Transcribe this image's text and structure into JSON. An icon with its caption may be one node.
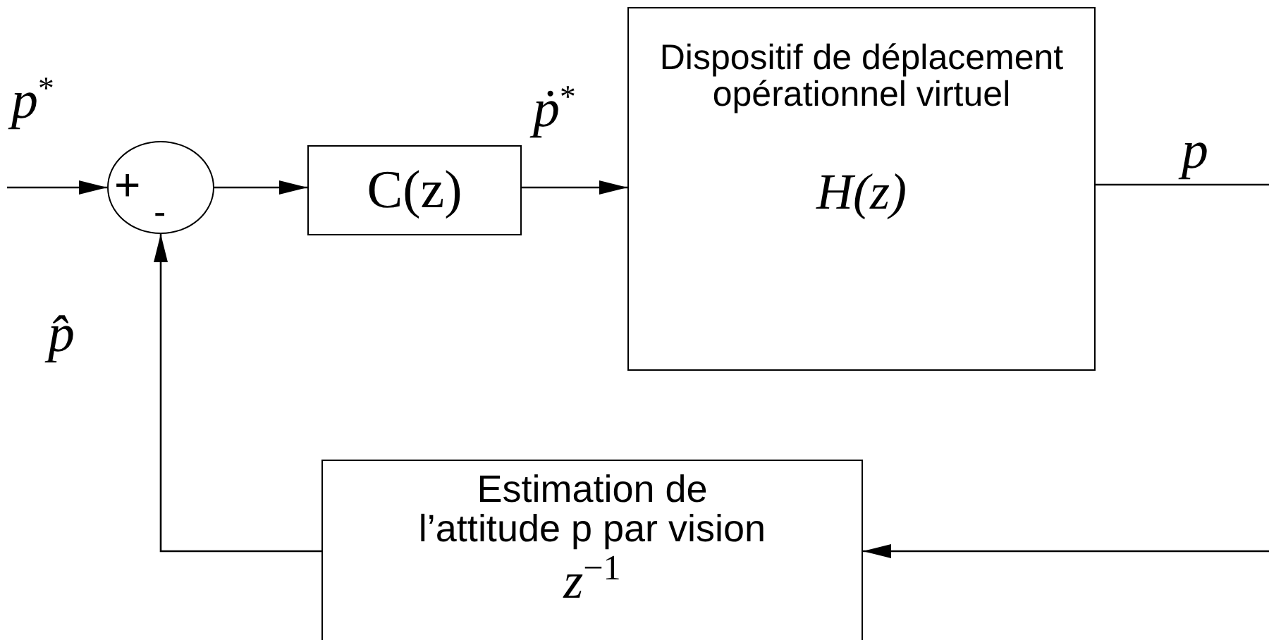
{
  "diagram": {
    "nodes": [
      {
        "text": [
          "+",
          "-"
        ]
      },
      {
        "text": [
          "C(z)"
        ]
      },
      {
        "text": [
          "Dispositif de déplacement opérationnel virtuel",
          "H(z)"
        ]
      },
      {
        "text": [
          "Estimation de l’attitude p par vision",
          "z$^{−1}$"
        ]
      }
    ],
    "edges": [
      {
        "from": null,
        "to": 0,
        "arrow": "to",
        "label": "p$^{*}$"
      },
      {
        "from": 0,
        "to": 1,
        "arrow": "to"
      },
      {
        "from": 1,
        "to": 2,
        "arrow": "to",
        "label": "ṗ$^{*}$"
      },
      {
        "from": 2,
        "to": null,
        "arrow": "none",
        "label": "p"
      },
      {
        "from": null,
        "to": 3,
        "arrow": "to"
      },
      {
        "from": 3,
        "to": 0,
        "arrow": "to",
        "label": "p̂"
      }
    ]
  }
}
